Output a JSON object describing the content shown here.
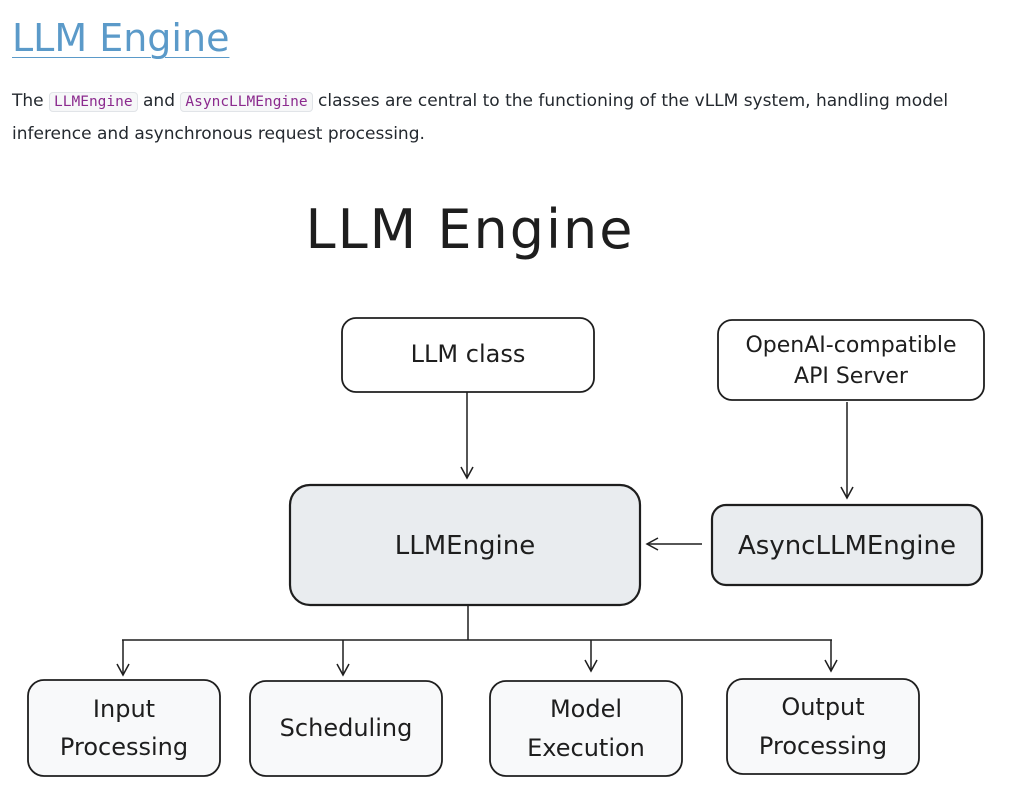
{
  "page": {
    "title": "LLM Engine",
    "intro": {
      "prefix": "The ",
      "code1": "LLMEngine",
      "middle": " and ",
      "code2": "AsyncLLMEngine",
      "suffix": " classes are central to the functioning of the vLLM system, handling model inference and asynchronous request processing."
    }
  },
  "diagram": {
    "title": "LLM Engine",
    "llm_class": "LLM class",
    "openai_line1": "OpenAI-compatible",
    "openai_line2": "API Server",
    "llm_engine": "LLMEngine",
    "async_engine": "AsyncLLMEngine",
    "input_line1": "Input",
    "input_line2": "Processing",
    "scheduling": "Scheduling",
    "model_line1": "Model",
    "model_line2": "Execution",
    "output_line1": "Output",
    "output_line2": "Processing"
  },
  "colors": {
    "link": "#5b9ac9",
    "code_text": "#8b2a8e",
    "stroke": "#1e1e1e",
    "engine_fill": "#e9ecef",
    "bottom_fill": "#f8f9fa"
  }
}
